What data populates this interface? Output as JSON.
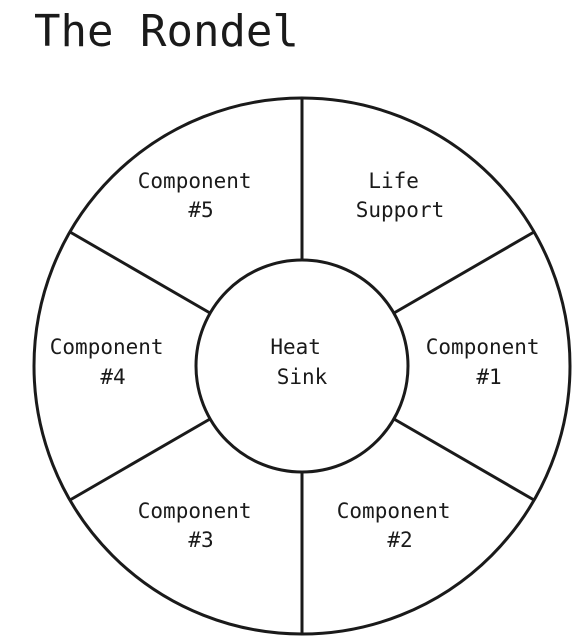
{
  "title": "The Rondel",
  "colors": {
    "ink": "#1a1a1a",
    "background": "#ffffff"
  },
  "rondel": {
    "center": {
      "line1": "Heat",
      "line2": "Sink"
    },
    "segments": [
      {
        "id": "life-support",
        "line1": "Life",
        "line2": "Support"
      },
      {
        "id": "component-1",
        "line1": "Component",
        "line2": "#1"
      },
      {
        "id": "component-2",
        "line1": "Component",
        "line2": "#2"
      },
      {
        "id": "component-3",
        "line1": "Component",
        "line2": "#3"
      },
      {
        "id": "component-4",
        "line1": "Component",
        "line2": "#4"
      },
      {
        "id": "component-5",
        "line1": "Component",
        "line2": "#5"
      }
    ]
  }
}
